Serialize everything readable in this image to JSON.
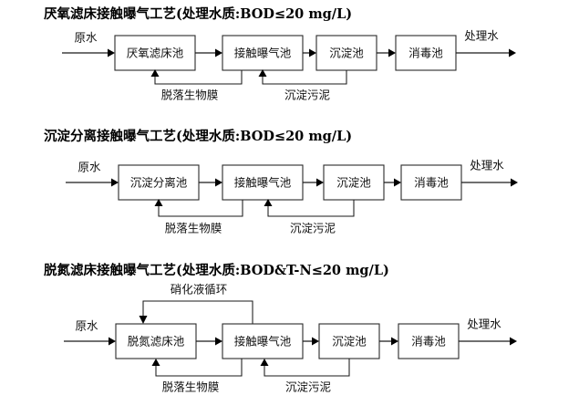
{
  "document": {
    "kind": "wastewater-treatment-process-flow-diagrams",
    "background_color": "#ffffff",
    "line_color": "#1a1a1a",
    "box_border_color": "#2b2b2b",
    "text_color": "#111111"
  },
  "common": {
    "inlet_label": "原水",
    "outlet_label": "处理水"
  },
  "diagrams": [
    {
      "id": "anaerobic-filter-bed",
      "title": "厌氧滤床接触曝气工艺(处理水质:BOD≤20 mg/L)",
      "boxes": [
        {
          "label": "厌氧滤床池"
        },
        {
          "label": "接触曝气池"
        },
        {
          "label": "沉淀池"
        },
        {
          "label": "消毒池"
        }
      ],
      "return_flows": [
        {
          "label": "脱落生物膜",
          "from_box": 2,
          "to_box": 1
        },
        {
          "label": "沉淀污泥",
          "from_box": 3,
          "to_box": 2
        }
      ],
      "recirculation": null
    },
    {
      "id": "sedimentation-separation",
      "title": "沉淀分离接触曝气工艺(处理水质:BOD≤20 mg/L)",
      "boxes": [
        {
          "label": "沉淀分离池"
        },
        {
          "label": "接触曝气池"
        },
        {
          "label": "沉淀池"
        },
        {
          "label": "消毒池"
        }
      ],
      "return_flows": [
        {
          "label": "脱落生物膜",
          "from_box": 2,
          "to_box": 1
        },
        {
          "label": "沉淀污泥",
          "from_box": 3,
          "to_box": 2
        }
      ],
      "recirculation": null
    },
    {
      "id": "denitrification-filter-bed",
      "title": "脱氮滤床接触曝气工艺(处理水质:BOD&T-N≤20 mg/L)",
      "boxes": [
        {
          "label": "脱氮滤床池"
        },
        {
          "label": "接触曝气池"
        },
        {
          "label": "沉淀池"
        },
        {
          "label": "消毒池"
        }
      ],
      "return_flows": [
        {
          "label": "脱落生物膜",
          "from_box": 2,
          "to_box": 1
        },
        {
          "label": "沉淀污泥",
          "from_box": 3,
          "to_box": 2
        }
      ],
      "recirculation": {
        "label": "硝化液循环",
        "from_box": 2,
        "to_box": 1
      }
    }
  ]
}
